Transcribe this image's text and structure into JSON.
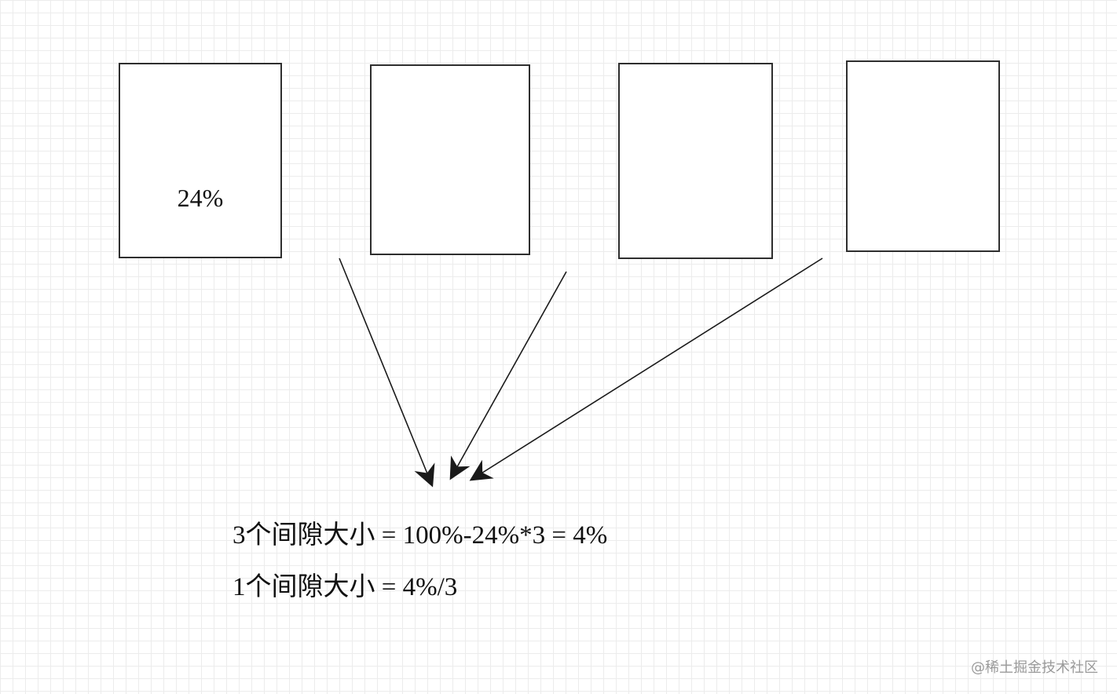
{
  "diagram": {
    "boxes": [
      {
        "label": "24%"
      },
      {
        "label": ""
      },
      {
        "label": ""
      },
      {
        "label": ""
      }
    ],
    "formulas": [
      "3个间隙大小 = 100%-24%*3 = 4%",
      "1个间隙大小 = 4%/3"
    ]
  },
  "watermark": "@稀土掘金技术社区",
  "colors": {
    "grid": "#ececec",
    "stroke": "#2e2e2e",
    "text": "#111111"
  }
}
